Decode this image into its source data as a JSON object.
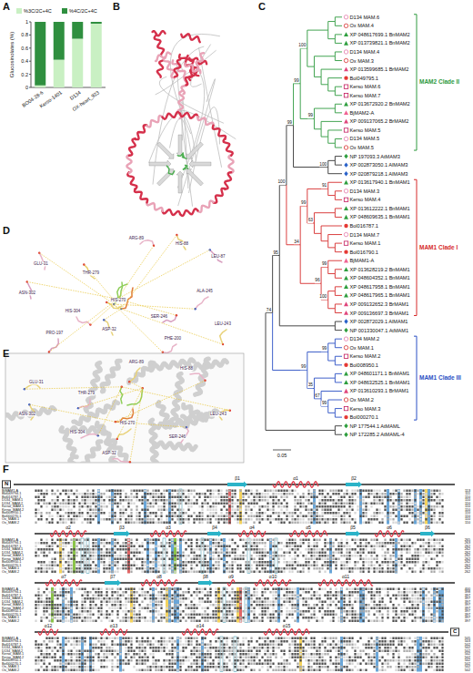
{
  "diagram": {
    "nodes": [
      {
        "text": [
          "N"
        ]
      },
      {
        "text": [
          "C"
        ]
      }
    ],
    "labels": [
      "A",
      "B",
      "C",
      "D",
      "E",
      "F",
      "1",
      "0.8",
      "0.6",
      "0.4",
      "0.2",
      "0",
      "Glucosinolates (%)",
      "BO04-28-6",
      "Kerso-1401",
      "D134",
      "OX-heart_923",
      "D134 MAM.6",
      "Ox MAM.4",
      "XP 048617699.1 BnMAM2",
      "XP 013739821.1 BnMAM2",
      "D134 MAM.4",
      "Ox MAM.3",
      "XP 013599685.1 BrMAM2",
      "Bol049795.1",
      "Kerso MAM.6",
      "Kerso MAM.7",
      "XP 013672920.2 BnMAM2",
      "BjMAM2-A",
      "XP 009137065.2 BrMAM2",
      "Kerso MAM.5",
      "D134 MAM.5",
      "Ox MAM.5",
      "NP 197093.3 AtMAM3",
      "XP 002873050.1 AlMAM3",
      "XP 020879218.1 AlMAM3",
      "XP 013617940.1 BnMAM1",
      "D134 MAM.3",
      "Kerso MAM.4",
      "XP 013612222.1 BnMAM1",
      "XP 048609635.1 BnMAM1",
      "Bol016787.1",
      "D134 MAM.7",
      "Kerso MAM.1",
      "Bol016790.1",
      "BjMAM1-A",
      "XP 013628219.2 BnMAM1",
      "XP 048604352.1 BnMAM1",
      "XP 048617958.1 BnMAM1",
      "XP 048617965.1 BnMAM1",
      "XP 009132652.3 BrMAM1",
      "XP 009136697.3 BrMAM1",
      "XP 002872029.1 AlMAM1",
      "NP 001330047.1 AtMAM1",
      "D134 MAM.2",
      "Ox MAM.1",
      "Kerso MAM.2",
      "Bol008950.1",
      "XP 048601171.1 BnMAM1",
      "XP 048632525.1 BnMAM1",
      "XP 013610293.1 BrMAM1",
      "Ox MAM.2",
      "Kerso MAM.3",
      "Bol000270.1",
      "NP 177544.1 AtMAML",
      "NP 172285.2 AtMAML-4",
      "74",
      "95",
      "99",
      "100",
      "99",
      "35",
      "99",
      "34",
      "67",
      "99",
      "100",
      "99",
      "96",
      "99",
      "100",
      "99",
      "91",
      "63",
      "99",
      "100",
      "MAM2 Clade II",
      "MAM1 Clade I",
      "MAM1 Clade III",
      "0.05",
      "ARG-89",
      "HIS-88",
      "LEU-87",
      "GLU-31",
      "THR-279",
      "ASN-302",
      "HIS-304",
      "HIS-270",
      "SER-246",
      "ALA-245",
      "LEU-243",
      "PRO-197",
      "PHE-200",
      "ASP-32",
      "ARG-89",
      "HIS-88",
      "GLU-31",
      "THR-279",
      "ASN-302",
      "HIS-304",
      "HIS-270",
      "SER-246",
      "LEU-243",
      "ASP-32",
      "β1",
      "α1",
      "β2",
      "α2",
      "β3",
      "α3",
      "β4",
      "α4",
      "α5",
      "β5",
      "α6",
      "β6",
      "α7",
      "β7",
      "α8",
      "β8",
      "α9",
      "α10",
      "α11",
      "α12",
      "α13",
      "α14",
      "α15",
      "BjMAM1-A",
      "Bol049794.1",
      "Bol016787.1",
      "D134_MAM.1",
      "D134_MAM.2",
      "Kerso_MAM.1",
      "Kerso_MAM.2",
      "Bol008950.1",
      "Bol000270.1",
      "Ox_MAM.1",
      "Ox_MAM.2",
      "BjMAM1-A",
      "Bol049794.1",
      "Bol016787.1",
      "D134_MAM.1",
      "D134_MAM.2",
      "Kerso_MAM.1",
      "Kerso_MAM.2",
      "Bol008950.1",
      "Bol000270.1",
      "Ox_MAM.1",
      "Ox_MAM.2",
      "BjMAM1-A",
      "Bol049794.1",
      "Bol016787.1",
      "D134_MAM.1",
      "D134_MAM.2",
      "Kerso_MAM.1",
      "Kerso_MAM.2",
      "Bol008950.1",
      "Bol000270.1",
      "Ox_MAM.1",
      "Ox_MAM.2",
      "BjMAM1-A",
      "Bol049794.1",
      "Bol016787.1",
      "D134_MAM.1",
      "D134_MAM.2",
      "Kerso_MAM.1",
      "Kerso_MAM.2",
      "Bol008950.1",
      "Bol000270.1",
      "Ox_MAM.1",
      "Ox_MAM.2",
      "113",
      "111",
      "110",
      "110",
      "110",
      "110",
      "110",
      "110",
      "110",
      "110",
      "110",
      "265",
      "263",
      "262",
      "262",
      "262",
      "262",
      "262",
      "262",
      "262",
      "262",
      "262",
      "400",
      "398",
      "397",
      "397",
      "397",
      "397",
      "397",
      "397",
      "397",
      "397",
      "397",
      "505",
      "503",
      "502",
      "502",
      "502",
      "502",
      "502",
      "502",
      "502",
      "502",
      "502"
    ],
    "legend": [
      {
        "text": "%3C/2C+4C",
        "color": "#c9f0c3"
      },
      {
        "text": "%4C/2C+4C",
        "color": "#2f8f3f"
      }
    ]
  }
}
